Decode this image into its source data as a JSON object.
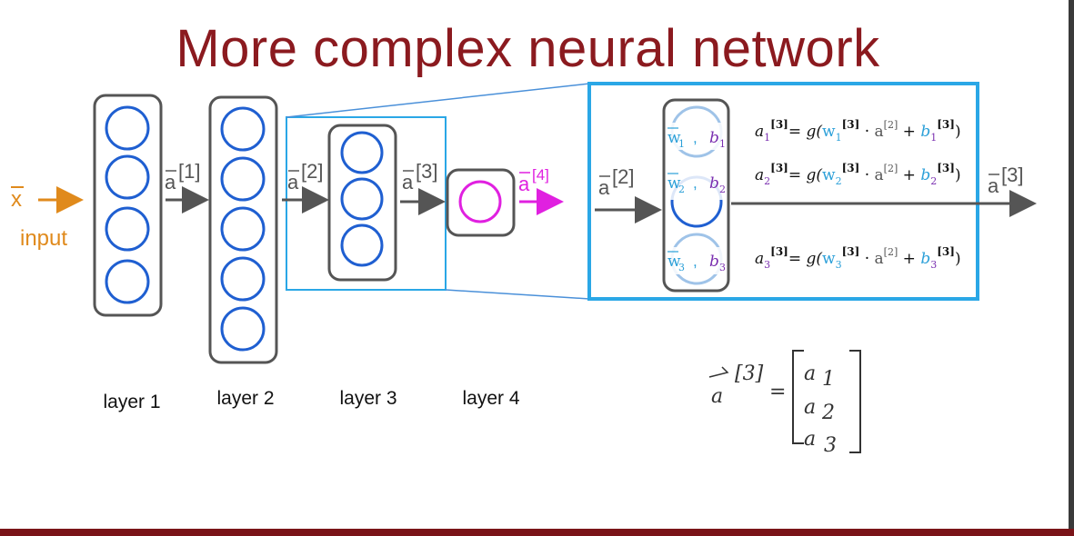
{
  "title": "More complex neural network",
  "input_symbol": "x",
  "input_label": "input",
  "arrows": {
    "a1": "a",
    "a1_sup": "[1]",
    "a2": "a",
    "a2_sup": "[2]",
    "a3": "a",
    "a3_sup": "[3]",
    "a4": "a",
    "a4_sup": "[4]"
  },
  "layers": [
    {
      "label": "layer 1",
      "units": 4
    },
    {
      "label": "layer 2",
      "units": 5
    },
    {
      "label": "layer 3",
      "units": 3
    },
    {
      "label": "layer 4",
      "units": 1
    }
  ],
  "zoom": {
    "input": "a",
    "input_sup": "[2]",
    "output": "a",
    "output_sup": "[3]",
    "params": [
      {
        "w": "w",
        "w_sub": "1",
        "b": "b",
        "b_sub": "1"
      },
      {
        "w": "w",
        "w_sub": "2",
        "b": "b",
        "b_sub": "2"
      },
      {
        "w": "w",
        "w_sub": "3",
        "b": "b",
        "b_sub": "3"
      }
    ],
    "equations": [
      {
        "lhs": "a",
        "lhs_sub": "1",
        "sup": "[3]",
        "g": "= g(",
        "w": "w",
        "w_sub": "1",
        "dot": " · ",
        "a": "a",
        "a_sup": "[2]",
        "plus": " + ",
        "b": "b",
        "b_sub": "1",
        "close": ")"
      },
      {
        "lhs": "a",
        "lhs_sub": "2",
        "sup": "[3]",
        "g": "= g(",
        "w": "w",
        "w_sub": "2",
        "dot": " · ",
        "a": "a",
        "a_sup": "[2]",
        "plus": " + ",
        "b": "b",
        "b_sub": "2",
        "close": ")"
      },
      {
        "lhs": "a",
        "lhs_sub": "3",
        "sup": "[3]",
        "g": "= g(",
        "w": "w",
        "w_sub": "3",
        "dot": " · ",
        "a": "a",
        "a_sup": "[2]",
        "plus": " + ",
        "b": "b",
        "b_sub": "3",
        "close": ")"
      }
    ]
  },
  "handwritten": {
    "lhs": "a",
    "lhs_sup": "[3]",
    "equals": "=",
    "entries": [
      {
        "a": "a",
        "sub": "1"
      },
      {
        "a": "a",
        "sub": "2"
      },
      {
        "a": "a",
        "sub": "3"
      }
    ]
  },
  "colors": {
    "title": "#8b1a1f",
    "neuron": "#1f5fd1",
    "output_neuron": "#e020e0",
    "zoom_box": "#2aa7e6",
    "input": "#e08a1c",
    "arrow": "#555555",
    "w": "#2a9fd8",
    "b": "#7a2fb0"
  }
}
